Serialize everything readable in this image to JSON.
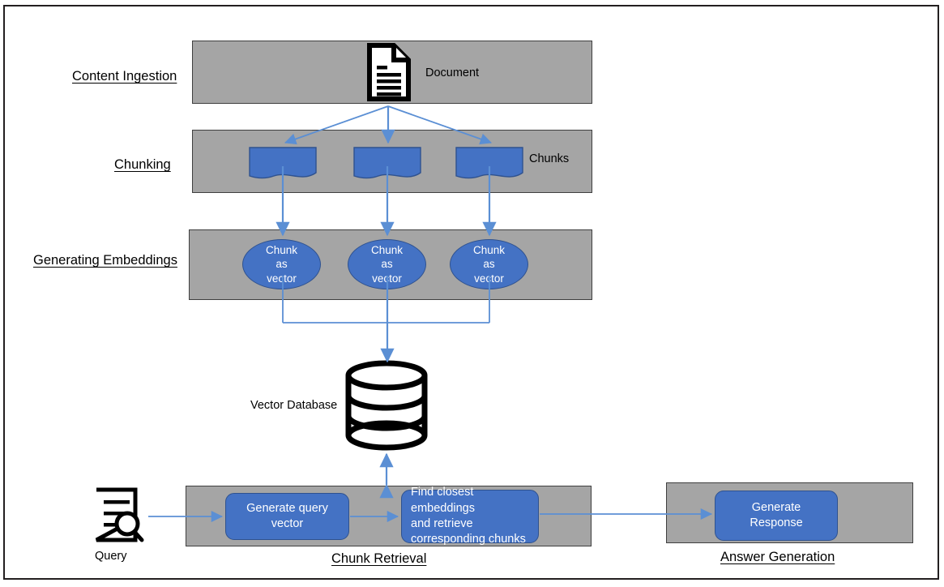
{
  "diagram": {
    "title": "RAG pipeline diagram",
    "colors": {
      "band_gray": "#A5A5A5",
      "shape_blue": "#4472C4",
      "shape_blue_border": "#2F528F",
      "arrow_blue": "#5B8FD4",
      "border_dark": "#231F20",
      "text_white": "#FFFFFF",
      "text_black": "#000000"
    },
    "sections": [
      {
        "label": "Content Ingestion"
      },
      {
        "label": "Chunking"
      },
      {
        "label": "Generating Embeddings"
      },
      {
        "label": "Chunk Retrieval"
      },
      {
        "label": "Answer Generation"
      }
    ],
    "ingestion": {
      "icon": "document-icon",
      "label": "Document"
    },
    "chunking": {
      "label": "Chunks",
      "chunks": [
        {
          "id": "chunk-1"
        },
        {
          "id": "chunk-2"
        },
        {
          "id": "chunk-3"
        }
      ]
    },
    "embeddings": {
      "vectors": [
        {
          "line1": "Chunk",
          "line2": "as",
          "line3": "vector"
        },
        {
          "line1": "Chunk",
          "line2": "as",
          "line3": "vector"
        },
        {
          "line1": "Chunk",
          "line2": "as",
          "line3": "vector"
        }
      ]
    },
    "database": {
      "icon": "database-cylinder-icon",
      "label": "Vector Database"
    },
    "retrieval": {
      "query": {
        "icon": "query-search-document-icon",
        "label": "Query"
      },
      "steps": [
        {
          "line1": "Generate query",
          "line2": "vector"
        },
        {
          "line1": "Find closest embeddings",
          "line2": "and retrieve",
          "line3": "corresponding chunks"
        }
      ]
    },
    "answer": {
      "step": {
        "line1": "Generate",
        "line2": "Response"
      }
    }
  }
}
